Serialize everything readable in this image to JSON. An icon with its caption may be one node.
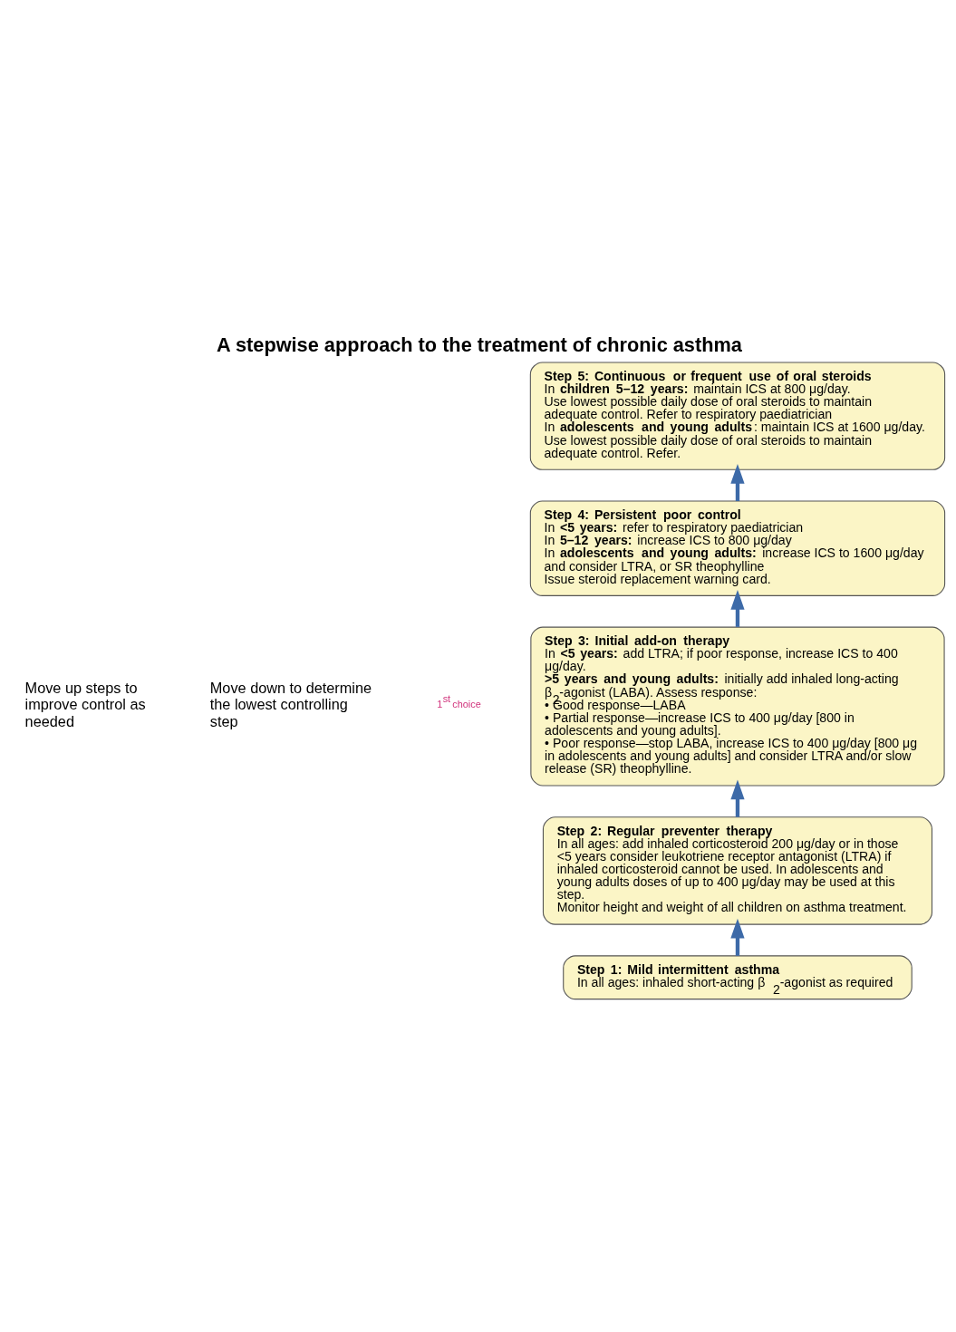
{
  "diagram": {
    "title": "A stepwise approach to the treatment of chronic asthma",
    "nodes": [
      {
        "text": [
          "Step 5: Continuous or frequent use of oral steroids",
          "In **children 5–12 years:** maintain ICS at 800 μg/day.",
          "Use lowest possible daily dose of oral steroids to maintain adequate control. Refer to respiratory paediatrician",
          "In **adolescents and young adults**: maintain ICS at 1600 μg/day. Use lowest possible daily dose of oral steroids to maintain adequate control. Refer."
        ]
      },
      {
        "text": [
          "Step 4: Persistent poor control",
          "In **<5 years:** refer to respiratory paediatrician",
          "In **5–12 years:** increase ICS to 800 μg/day",
          "In **adolescents and young adults:** increase ICS to 1600 μg/day and consider LTRA, or SR theophylline",
          "Issue steroid replacement warning card."
        ]
      },
      {
        "text": [
          "Step 3: Initial add-on therapy",
          "In **<5 years:** add LTRA; if poor response, increase ICS to 400 μg/day.",
          "**>5 years and young adults:** initially add inhaled long-acting β$_{2}$-agonist (LABA). Assess response:",
          "• Good response—LABA",
          "• Partial response—increase ICS to 400 μg/day [800 in adolescents and young adults].",
          "• Poor response—stop LABA, increase ICS to 400 μg/day [800 μg in adolescents and young adults] and consider LTRA and/or slow release (SR) theophylline."
        ]
      },
      {
        "text": [
          "Step 2: Regular preventer therapy",
          "In all ages: add inhaled corticosteroid 200 μg/day or in those <5 years consider leukotriene receptor antagonist (LTRA) if inhaled corticosteroid cannot be used. In adolescents and young adults doses of up to 400 μg/day may be used at this step.",
          "Monitor height and weight of all children on asthma treatment."
        ]
      },
      {
        "text": [
          "Step 1: Mild intermittent asthma",
          "In all ages: inhaled short-acting β$_{2}$-agonist as required"
        ]
      }
    ],
    "edges": [
      {
        "from": 4,
        "to": 3,
        "arrow": "to"
      },
      {
        "from": 3,
        "to": 2,
        "arrow": "to"
      },
      {
        "from": 2,
        "to": 1,
        "arrow": "to"
      },
      {
        "from": 1,
        "to": 0,
        "arrow": "to"
      }
    ],
    "labels": [
      "Move up steps to improve control as needed",
      "Move down to determine the lowest controlling step",
      "1$^{st}$ choice"
    ]
  }
}
